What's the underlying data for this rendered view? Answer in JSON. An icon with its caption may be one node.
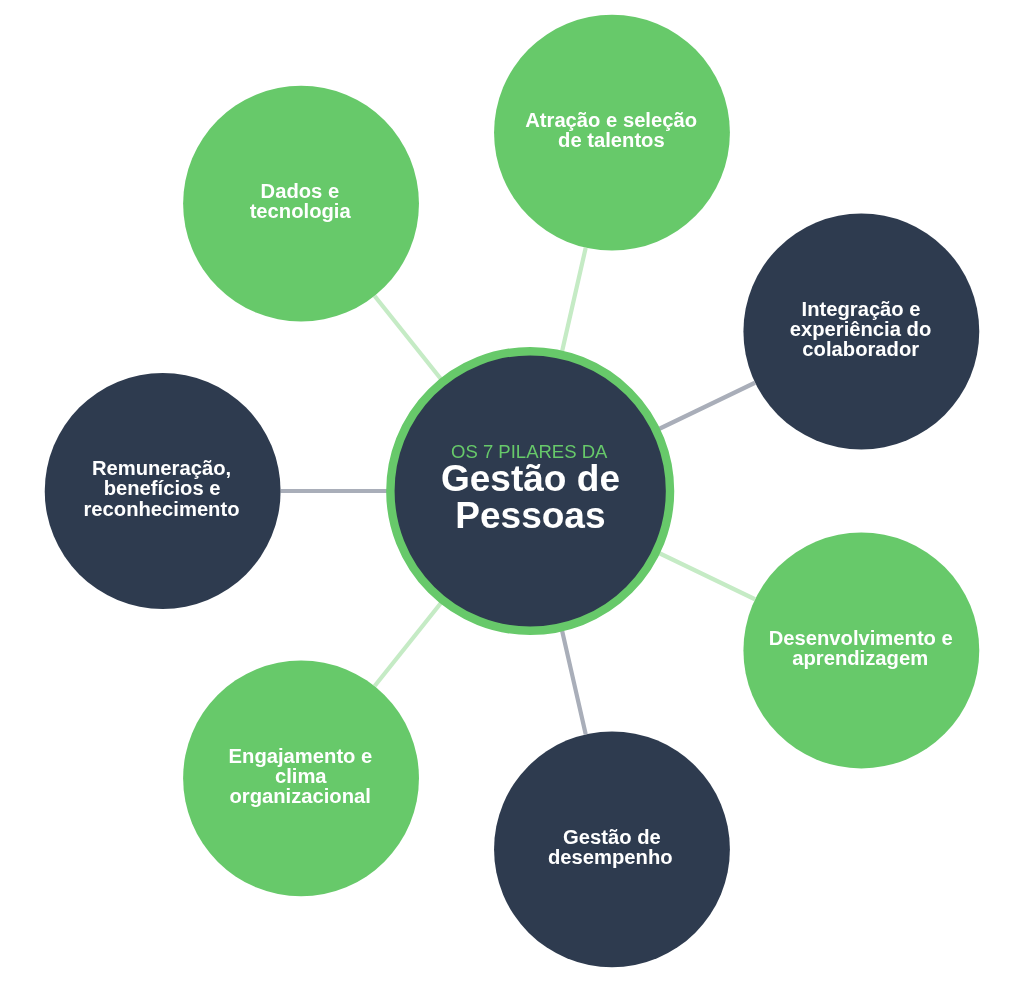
{
  "diagram": {
    "nodes": [
      {
        "text": [
          "OS 7 PILARES DA",
          "Gestão de Pessoas"
        ]
      },
      {
        "text": [
          "Atração e seleção de talentos"
        ]
      },
      {
        "text": [
          "Integração e experiência do colaborador"
        ]
      },
      {
        "text": [
          "Desenvolvimento e aprendizagem"
        ]
      },
      {
        "text": [
          "Gestão de desempenho"
        ]
      },
      {
        "text": [
          "Engajamento e clima organizacional"
        ]
      },
      {
        "text": [
          "Remuneração, benefícios e reconhecimento"
        ]
      },
      {
        "text": [
          "Dados e tecnologia"
        ]
      }
    ],
    "edges": [
      {
        "from": 0,
        "to": 1,
        "arrow": "none"
      },
      {
        "from": 0,
        "to": 2,
        "arrow": "none",
        "color": "#a9aeb9"
      },
      {
        "from": 0,
        "to": 3,
        "arrow": "none"
      },
      {
        "from": 0,
        "to": 4,
        "arrow": "none",
        "color": "#a9aeb9"
      },
      {
        "from": 0,
        "to": 5,
        "arrow": "none"
      },
      {
        "from": 0,
        "to": 6,
        "arrow": "none",
        "color": "#a9aeb9"
      },
      {
        "from": 0,
        "to": 7,
        "arrow": "none"
      }
    ]
  }
}
